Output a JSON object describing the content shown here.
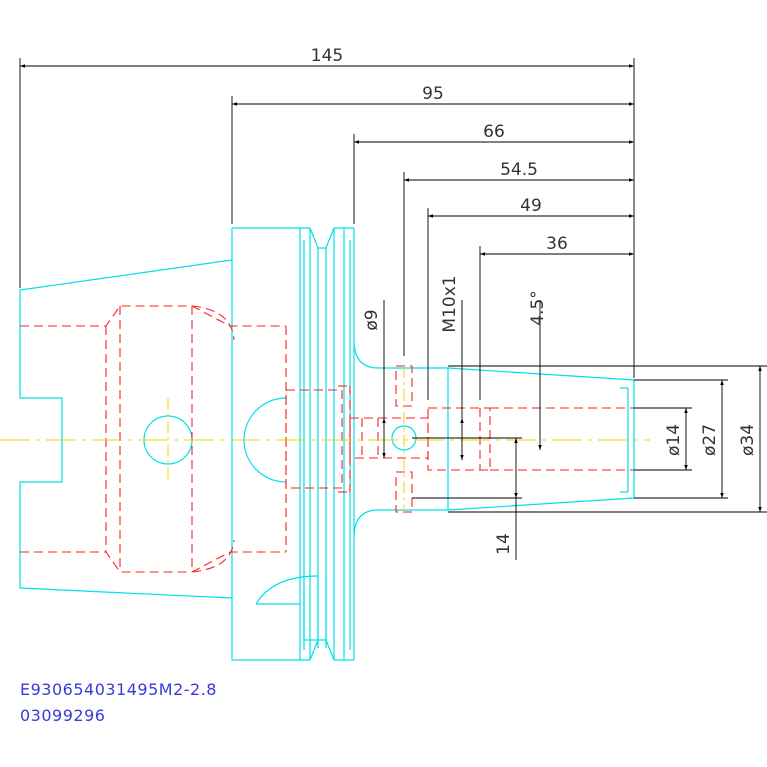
{
  "drawing": {
    "dimensions": {
      "d145": "145",
      "d95": "95",
      "d66": "66",
      "d54_5": "54.5",
      "d49": "49",
      "d36": "36",
      "dia9": "ø9",
      "thread": "M10x1",
      "angle": "4.5°",
      "dia14": "ø14",
      "dia27": "ø27",
      "dia34": "ø34",
      "d14": "14"
    },
    "part_code": "E930654031495M2-2.8",
    "part_number": "03099296",
    "colors": {
      "outline": "#00e0e8",
      "hidden": "#ff2020",
      "center": "#e8d800",
      "dimension": "#000000",
      "code_text": "#3a3ad8"
    }
  }
}
